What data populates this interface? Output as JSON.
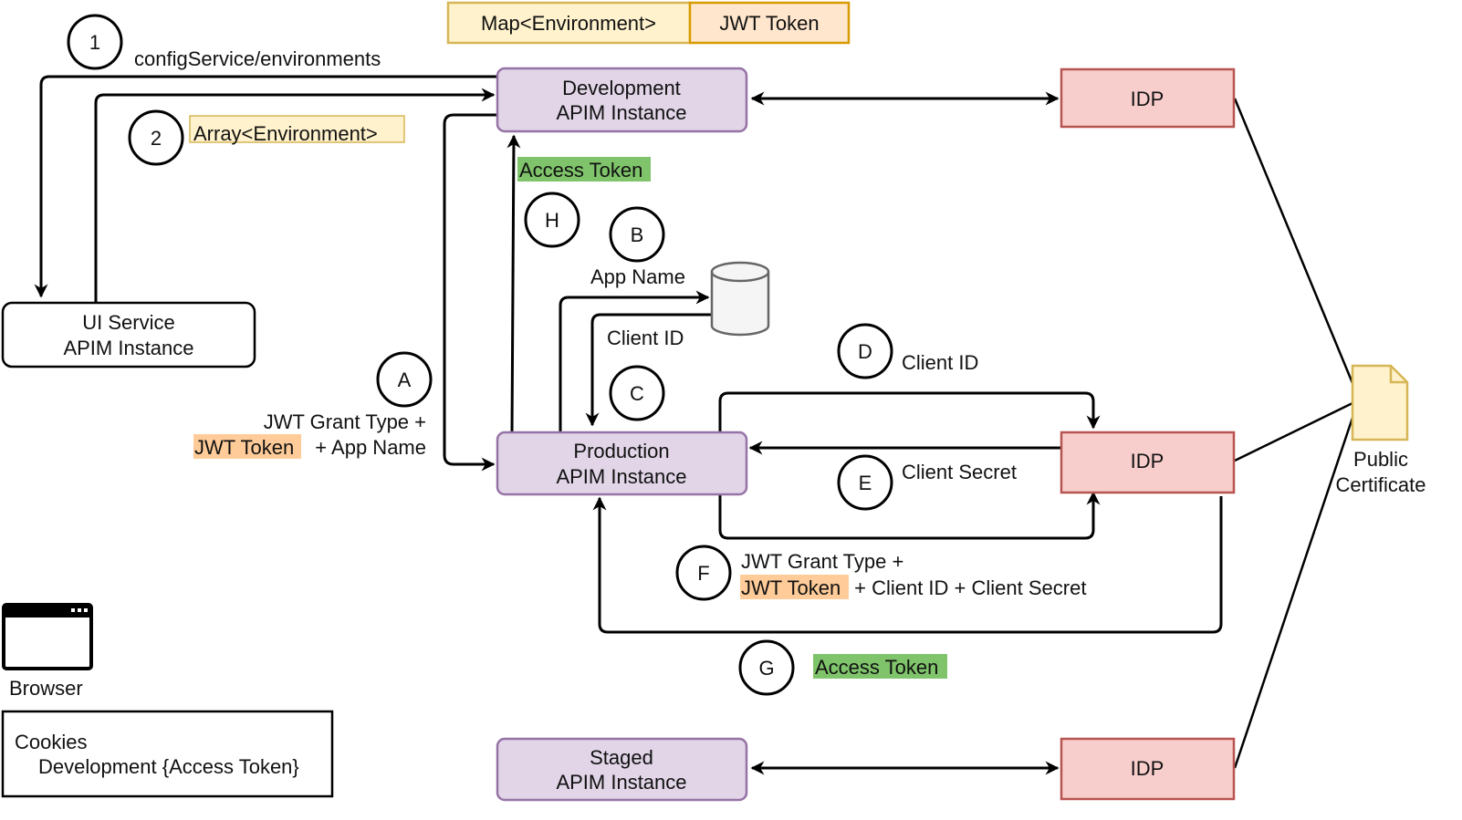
{
  "legend": {
    "map_label": "Map<Environment>",
    "jwt_label": "JWT Token"
  },
  "nodes": {
    "dev_instance": [
      "Development",
      "APIM Instance"
    ],
    "prod_instance": [
      "Production",
      "APIM Instance"
    ],
    "staged_instance": [
      "Staged",
      "APIM Instance"
    ],
    "ui_service": [
      "UI Service",
      "APIM Instance"
    ],
    "idp": "IDP",
    "public_cert": [
      "Public",
      "Certificate"
    ],
    "browser": "Browser",
    "cookies": [
      "Cookies",
      "Development {Access Token}"
    ]
  },
  "steps": {
    "s1": "1",
    "s2": "2",
    "A": "A",
    "B": "B",
    "C": "C",
    "D": "D",
    "E": "E",
    "F": "F",
    "G": "G",
    "H": "H"
  },
  "labels": {
    "config_service": "configService/environments",
    "array_env": "Array<Environment>",
    "access_token_h": "Access Token",
    "app_name": "App Name",
    "client_id_c": "Client ID",
    "client_id_d": "Client ID",
    "client_secret": "Client Secret",
    "a_line1": "JWT Grant Type +",
    "a_jwt": "JWT Token",
    "a_rest": " + App Name",
    "f_line1": "JWT Grant Type +",
    "f_jwt": "JWT Token",
    "f_rest": " + Client ID + Client Secret",
    "access_token_g": "Access Token"
  },
  "colors": {
    "instance_fill": "#e1d5e7",
    "instance_stroke": "#9673a6",
    "idp_fill": "#f8cecc",
    "idp_stroke": "#b85450",
    "map_fill": "#fff2cc",
    "map_stroke": "#d6b656",
    "jwt_fill": "#ffe6cc",
    "jwt_stroke": "#d79b00",
    "token_green": "#7fc46b"
  }
}
